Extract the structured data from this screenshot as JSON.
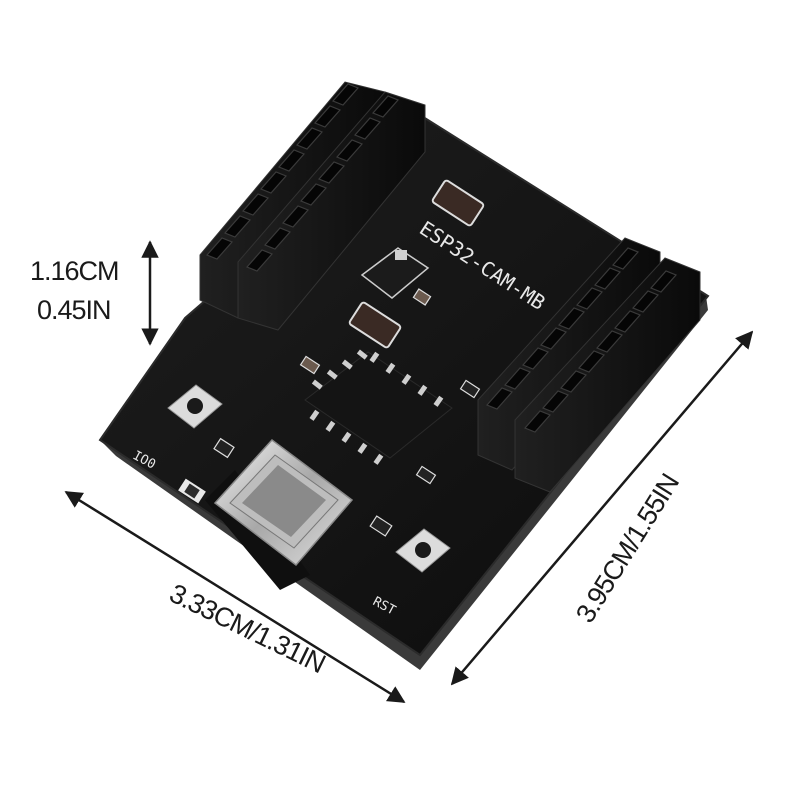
{
  "dimensions": {
    "height_cm": "1.16CM",
    "height_in": "0.45IN",
    "width": "3.33CM/1.31IN",
    "depth": "3.95CM/1.55IN"
  },
  "board": {
    "model_label": "ESP32-CAM-MB",
    "button_left_label": "IO0",
    "button_right_label": "RST"
  },
  "colors": {
    "pcb": "#151515",
    "pcb_edge": "#2b2b2b",
    "silkscreen": "#e8e8e8",
    "metal": "#c9c9c9",
    "dimension_line": "#1a1a1a"
  },
  "icons": [
    "arrow-vertical-icon",
    "arrow-diagonal-icon"
  ]
}
